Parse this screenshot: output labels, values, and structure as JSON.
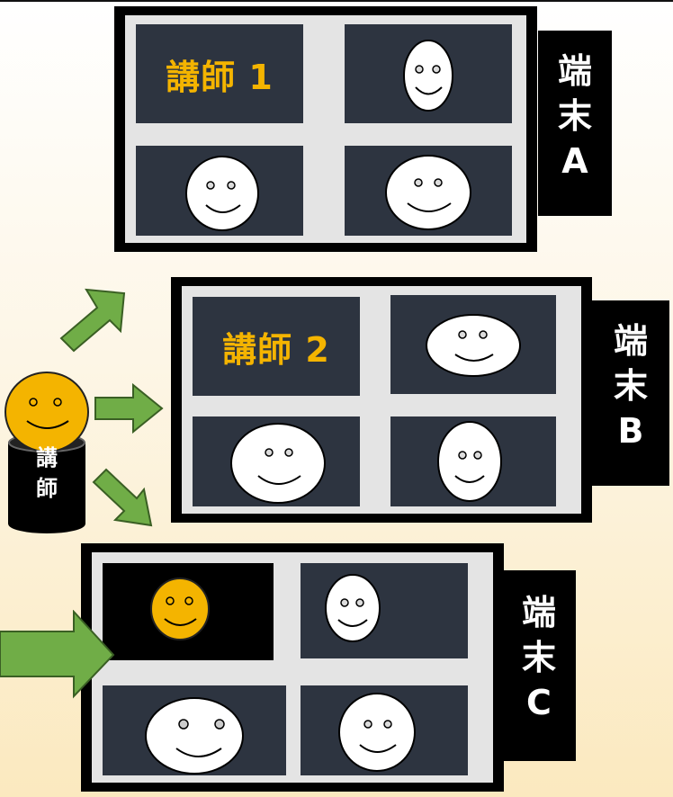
{
  "devices": [
    {
      "id": "A",
      "tile_label": "講師 1",
      "tag_lines": [
        "端",
        "末",
        "A"
      ]
    },
    {
      "id": "B",
      "tile_label": "講師 2",
      "tag_lines": [
        "端",
        "末",
        "B"
      ]
    },
    {
      "id": "C",
      "tile_label": "",
      "tag_lines": [
        "端",
        "末",
        "C"
      ]
    }
  ],
  "presenter": {
    "label_lines": [
      "講",
      "師"
    ],
    "face_color": "#f4b400"
  },
  "colors": {
    "tile_bg": "#2d3440",
    "screen_bg": "#e4e4e4",
    "arrow": "#70ad47",
    "accent_text": "#f4b400"
  }
}
